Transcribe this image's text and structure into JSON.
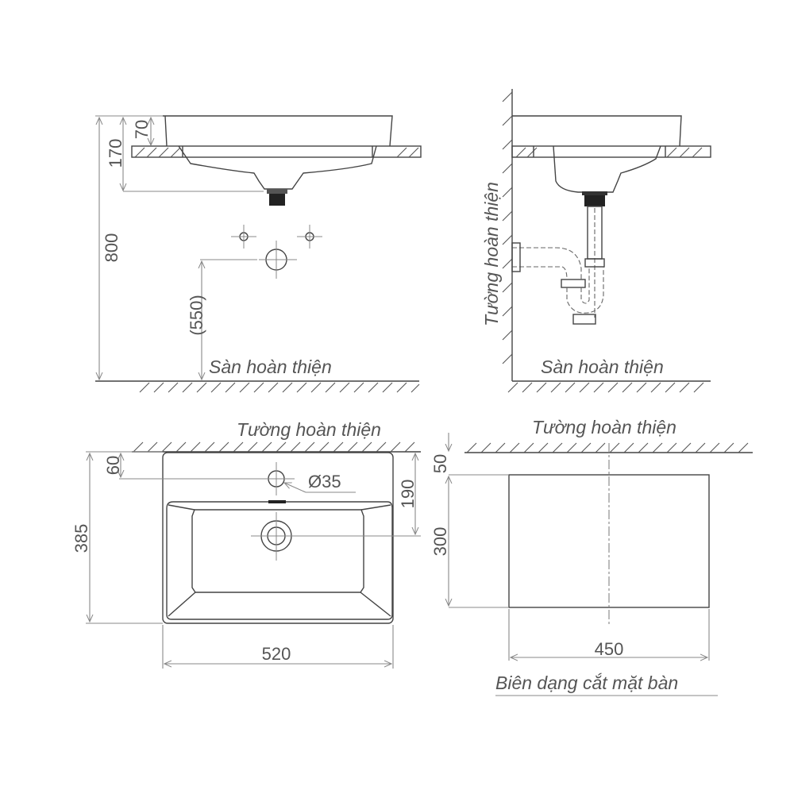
{
  "views": {
    "front_elevation": {
      "dimensions": {
        "total_height": "800",
        "basin_height": "170",
        "rim_height": "70",
        "outlet_height": "(550)"
      },
      "floor_label": "Sàn hoàn thiện"
    },
    "side_elevation": {
      "wall_label": "Tường hoàn thiện",
      "floor_label": "Sàn hoàn thiện"
    },
    "plan_view": {
      "wall_label": "Tường hoàn thiện",
      "dimensions": {
        "depth": "385",
        "tap_hole_offset": "60",
        "tap_hole_diameter": "Ø35",
        "drain_offset": "190",
        "width": "520"
      }
    },
    "cutout_profile": {
      "wall_label": "Tường hoàn thiện",
      "dimensions": {
        "wall_offset": "50",
        "depth": "300",
        "width": "450"
      },
      "caption": "Biên dạng cắt mặt bàn"
    }
  },
  "colors": {
    "line": "#444444",
    "dimension": "#888888",
    "text": "#555555"
  }
}
